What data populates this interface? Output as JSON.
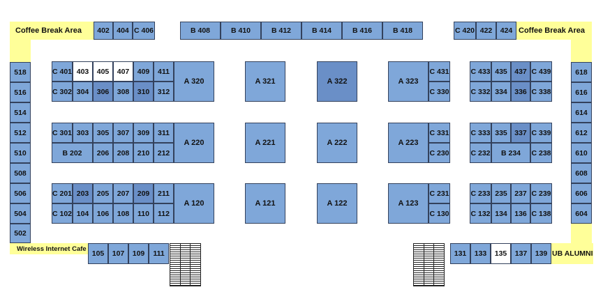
{
  "areas": {
    "coffee_break_left": "Coffee Break Area",
    "coffee_break_right": "Coffee Break Area",
    "wireless_cafe": "Wireless Internet Cafe",
    "ub_alumni": "UB ALUMNI"
  },
  "booths": {
    "top_left": [
      "402",
      "404",
      "C 406"
    ],
    "top_b_row": [
      "B 408",
      "B 410",
      "B 412",
      "B 414",
      "B 416",
      "B 418"
    ],
    "top_right": [
      "C 420",
      "422",
      "424"
    ],
    "left_column": [
      "518",
      "516",
      "514",
      "512",
      "510",
      "508",
      "506",
      "504",
      "502"
    ],
    "right_column": [
      "618",
      "616",
      "614",
      "612",
      "610",
      "608",
      "606",
      "604"
    ],
    "block_400_top": [
      "C 401",
      "403",
      "405",
      "407",
      "409",
      "411"
    ],
    "block_400_bottom": [
      "C 302",
      "304",
      "306",
      "308",
      "310",
      "312"
    ],
    "a320": "A 320",
    "block_300_top": [
      "C 301",
      "303",
      "305",
      "307",
      "309",
      "311"
    ],
    "block_300_bottom": [
      "B 202",
      "206",
      "208",
      "210",
      "212"
    ],
    "a220": "A 220",
    "block_200_top": [
      "C 201",
      "203",
      "205",
      "207",
      "209",
      "211"
    ],
    "block_200_bottom": [
      "C 102",
      "104",
      "106",
      "108",
      "110",
      "112"
    ],
    "a120": "A 120",
    "mid_a": [
      "A 321",
      "A 322",
      "A 221",
      "A 222",
      "A 121",
      "A 122"
    ],
    "a323": "A 323",
    "c_right_top": [
      "C 431",
      "C 330"
    ],
    "a223": "A 223",
    "c_right_mid": [
      "C 331",
      "C 230"
    ],
    "a123": "A 123",
    "c_right_bot": [
      "C 231",
      "C 130"
    ],
    "right_block_1_top": [
      "C 433",
      "435",
      "437",
      "C 439"
    ],
    "right_block_1_bottom": [
      "C 332",
      "334",
      "336",
      "C 338"
    ],
    "right_block_2_top": [
      "C 333",
      "335",
      "337",
      "C 339"
    ],
    "right_block_2_bottom": [
      "C 232",
      "B 234",
      "C 238"
    ],
    "right_block_3_top": [
      "C 233",
      "235",
      "237",
      "C 239"
    ],
    "right_block_3_bottom": [
      "C 132",
      "134",
      "136",
      "C 138"
    ],
    "bottom_left": [
      "105",
      "107",
      "109",
      "111"
    ],
    "bottom_right": [
      "131",
      "133",
      "135",
      "137",
      "139"
    ]
  },
  "colors": {
    "booth": "#7fa7d9",
    "booth_dark": "#6a8fc7",
    "corridor": "#ffff99",
    "border": "#33415c"
  }
}
